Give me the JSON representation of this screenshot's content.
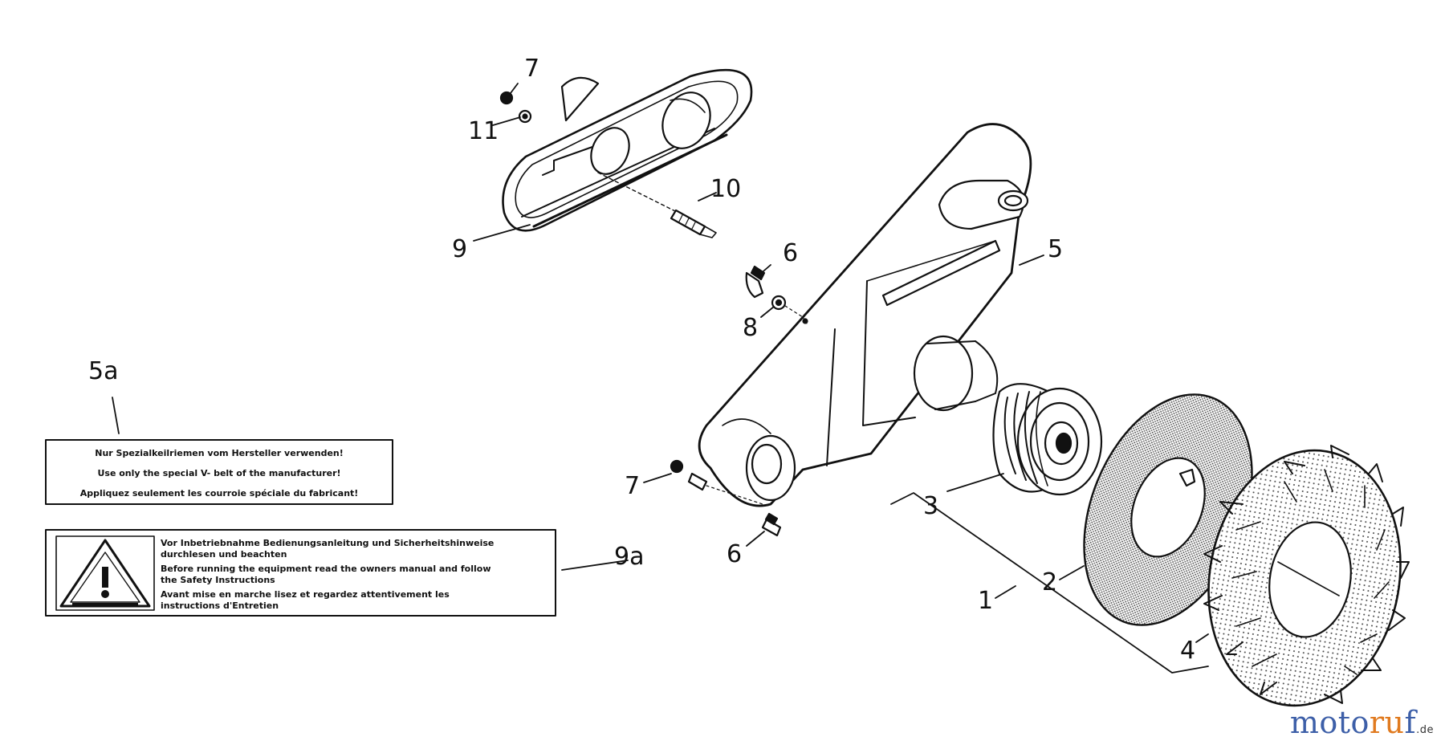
{
  "callouts": {
    "c7a": "7",
    "c11": "11",
    "c10": "10",
    "c9": "9",
    "c6a": "6",
    "c8": "8",
    "c5": "5",
    "c5a": "5a",
    "c7b": "7",
    "c3": "3",
    "c6b": "6",
    "c9a": "9a",
    "c2": "2",
    "c1": "1",
    "c4": "4"
  },
  "label_5a": {
    "line1": "Nur Spezialkeilriemen vom Hersteller verwenden!",
    "line2": "Use only the special V- belt of the manufacturer!",
    "line3": "Appliquez seulement les courroie spéciale du fabricant!"
  },
  "label_9a": {
    "line1": "Vor Inbetriebnahme Bedienungsanleitung und Sicherheitshinweise",
    "line2": "durchlesen und beachten",
    "line3": "Before running the equipment read the owners manual and follow",
    "line4": "the Safety Instructions",
    "line5": "Avant mise en marche lisez et regardez attentivement les",
    "line6": "instructions d'Entretien"
  },
  "logo": {
    "part1": "moto",
    "part2": "ru",
    "part3": "f",
    "tld": ".de"
  },
  "colors": {
    "line": "#111111",
    "logo_blue": "#3d5fa8",
    "logo_orange": "#e07a1f"
  }
}
